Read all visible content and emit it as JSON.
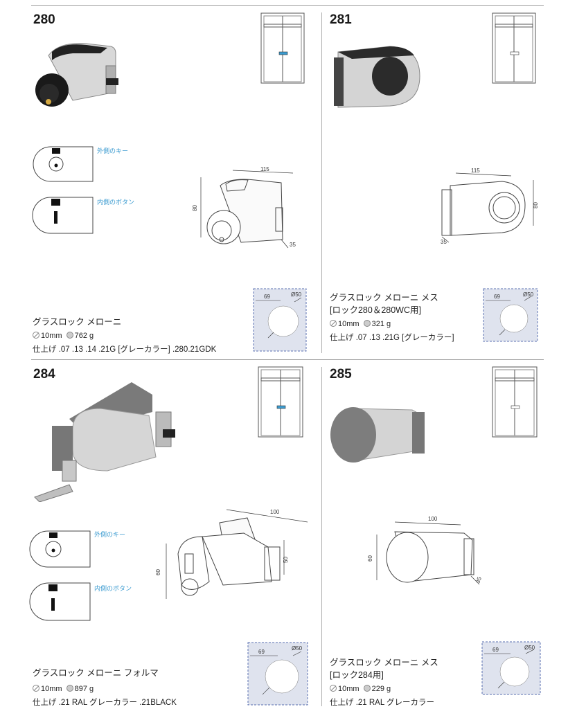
{
  "products": [
    {
      "code": "280",
      "name": "グラスロック メローニ",
      "name2": "",
      "thickness": "10mm",
      "weight": "762 g",
      "finish": "仕上げ .07 .13 .14 .21G [グレーカラー] .280.21GDK",
      "label_outer": "外側のキー",
      "label_inner": "内側のボタン",
      "dim_width": "115",
      "dim_height": "80",
      "dim_depth": "35",
      "tpl_width": "69",
      "tpl_hole": "Ø50"
    },
    {
      "code": "281",
      "name": "グラスロック メローニ メス",
      "name2": "[ロック280＆280WC用]",
      "thickness": "10mm",
      "weight": "321 g",
      "finish": "仕上げ .07 .13 .21G [グレーカラー]",
      "dim_width": "115",
      "dim_height": "80",
      "dim_depth": "35",
      "tpl_width": "69",
      "tpl_hole": "Ø50"
    },
    {
      "code": "284",
      "name": "グラスロック メローニ フォルマ",
      "name2": "",
      "thickness": "10mm",
      "weight": "897 g",
      "finish": "仕上げ .21 RAL グレーカラー .21BLACK",
      "label_outer": "外側のキー",
      "label_inner": "内側のボタン",
      "dim_width": "100",
      "dim_height": "60",
      "dim_height2": "50",
      "tpl_width": "69",
      "tpl_hole": "Ø50"
    },
    {
      "code": "285",
      "name": "グラスロック メローニ メス",
      "name2": "[ロック284用]",
      "thickness": "10mm",
      "weight": "229 g",
      "finish": "仕上げ .21 RAL グレーカラー",
      "dim_width": "100",
      "dim_height": "60",
      "dim_depth": "35",
      "tpl_width": "69",
      "tpl_hole": "Ø50"
    }
  ],
  "colors": {
    "accent_label": "#3b9bd0",
    "template_fill": "#dfe3ee",
    "template_border": "#5a6fb0",
    "door_marker": "#3b9bd0"
  },
  "icons": [
    "glass-thickness-icon",
    "weight-icon"
  ]
}
